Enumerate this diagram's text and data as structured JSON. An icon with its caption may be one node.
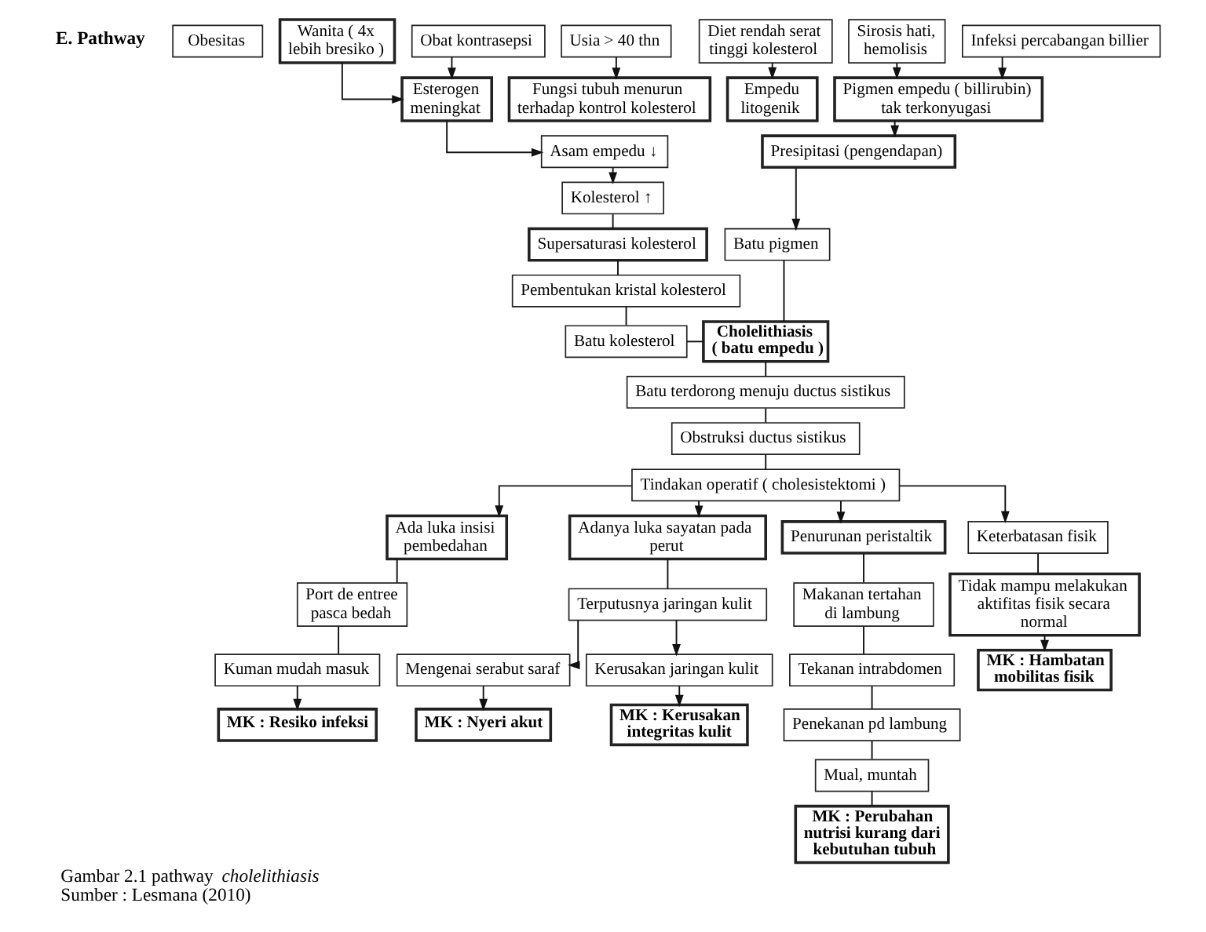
{
  "diagram": {
    "title": "E. Pathway",
    "caption": "Gambar 2.1 pathway *cholelithiasis* Sumber : Lesmana (2010)",
    "nodes": [
      {
        "text": [
          "Obesitas"
        ]
      },
      {
        "text": [
          "Wanita ( 4x lebih bresiko )"
        ]
      },
      {
        "text": [
          "Obat kontrasepsi"
        ]
      },
      {
        "text": [
          "Usia > 40 thn"
        ]
      },
      {
        "text": [
          "Diet rendah serat tinggi kolesterol"
        ]
      },
      {
        "text": [
          "Sirosis hati, hemolisis"
        ]
      },
      {
        "text": [
          "Infeksi percabangan billier"
        ]
      },
      {
        "text": [
          "Esterogen meningkat"
        ]
      },
      {
        "text": [
          "Fungsi tubuh menurun terhadap kontrol kolesterol"
        ]
      },
      {
        "text": [
          "Empedu litogenik"
        ]
      },
      {
        "text": [
          "Pigmen empedu ( billirubin) tak terkonyugasi"
        ]
      },
      {
        "text": [
          "Asam empedu ↓"
        ]
      },
      {
        "text": [
          "Kolesterol ↑"
        ]
      },
      {
        "text": [
          "Presipitasi (pengendapan)"
        ]
      },
      {
        "text": [
          "Supersaturasi kolesterol"
        ]
      },
      {
        "text": [
          "Batu pigmen"
        ]
      },
      {
        "text": [
          "Pembentukan kristal kolesterol"
        ]
      },
      {
        "text": [
          "Cholelithiasis",
          "( batu empedu )"
        ]
      },
      {
        "text": [
          "Batu kolesterol"
        ]
      },
      {
        "text": [
          "Batu terdorong menuju ductus sistikus"
        ]
      },
      {
        "text": [
          "Obstruksi ductus sistikus"
        ]
      },
      {
        "text": [
          "Tindakan operatif ( cholesistektomi )"
        ]
      },
      {
        "text": [
          "Ada luka insisi pembedahan"
        ]
      },
      {
        "text": [
          "Adanya luka sayatan pada perut"
        ]
      },
      {
        "text": [
          "Penurunan peristaltik"
        ]
      },
      {
        "text": [
          "Keterbatasan fisik"
        ]
      },
      {
        "text": [
          "Port de entree pasca bedah"
        ]
      },
      {
        "text": [
          "Terputusnya jaringan kulit"
        ]
      },
      {
        "text": [
          "Makanan tertahan di lambung"
        ]
      },
      {
        "text": [
          "Tidak mampu melakukan aktifitas fisik secara normal"
        ]
      },
      {
        "text": [
          "Kuman mudah masuk"
        ]
      },
      {
        "text": [
          "Tekanan intrabdomen"
        ]
      },
      {
        "text": [
          "Mengenai serabut saraf"
        ]
      },
      {
        "text": [
          "Kerusakan jaringan kulit"
        ]
      },
      {
        "text": [
          "Penekanan pd lambung"
        ]
      },
      {
        "text": [
          "MK : Hambatan mobilitas fisik"
        ]
      },
      {
        "text": [
          "MK : Resiko infeksi"
        ]
      },
      {
        "text": [
          "Mual, muntah"
        ]
      },
      {
        "text": [
          "MK : Nyeri akut"
        ]
      },
      {
        "text": [
          "MK : Kerusakan integritas kulit"
        ]
      },
      {
        "text": [
          "MK : Perubahan nutrisi kurang dari kebutuhan tubuh"
        ]
      }
    ],
    "edges": [
      {
        "from": 1,
        "to": 7,
        "arrow": "to"
      },
      {
        "from": 2,
        "to": 7,
        "arrow": "to"
      },
      {
        "from": 7,
        "to": 11,
        "arrow": "to"
      },
      {
        "from": 11,
        "to": 12,
        "arrow": "to"
      },
      {
        "from": 12,
        "to": 14,
        "arrow": "none"
      },
      {
        "from": 14,
        "to": 16,
        "arrow": "none"
      },
      {
        "from": 16,
        "to": 18,
        "arrow": "none"
      },
      {
        "from": 18,
        "to": 17,
        "arrow": "none"
      },
      {
        "from": 3,
        "to": 8,
        "arrow": "to"
      },
      {
        "from": 4,
        "to": 9,
        "arrow": "to"
      },
      {
        "from": 5,
        "to": 10,
        "arrow": "to"
      },
      {
        "from": 6,
        "to": 10,
        "arrow": "to"
      },
      {
        "from": 10,
        "to": 13,
        "arrow": "to"
      },
      {
        "from": 13,
        "to": 15,
        "arrow": "to"
      },
      {
        "from": 15,
        "to": 17,
        "arrow": "none"
      },
      {
        "from": 17,
        "to": 19,
        "arrow": "none"
      },
      {
        "from": 19,
        "to": 20,
        "arrow": "none"
      },
      {
        "from": 20,
        "to": 21,
        "arrow": "none"
      },
      {
        "from": 21,
        "to": 22,
        "arrow": "to"
      },
      {
        "from": 21,
        "to": 23,
        "arrow": "to"
      },
      {
        "from": 21,
        "to": 24,
        "arrow": "to"
      },
      {
        "from": 21,
        "to": 25,
        "arrow": "to"
      },
      {
        "from": 22,
        "to": 26,
        "arrow": "none"
      },
      {
        "from": 26,
        "to": 30,
        "arrow": "none"
      },
      {
        "from": 30,
        "to": 36,
        "arrow": "to"
      },
      {
        "from": 23,
        "to": 27,
        "arrow": "none"
      },
      {
        "from": 27,
        "to": 32,
        "arrow": "to"
      },
      {
        "from": 27,
        "to": 33,
        "arrow": "to"
      },
      {
        "from": 32,
        "to": 38,
        "arrow": "to"
      },
      {
        "from": 33,
        "to": 39,
        "arrow": "to"
      },
      {
        "from": 24,
        "to": 28,
        "arrow": "none"
      },
      {
        "from": 28,
        "to": 31,
        "arrow": "none"
      },
      {
        "from": 31,
        "to": 34,
        "arrow": "none"
      },
      {
        "from": 34,
        "to": 37,
        "arrow": "none"
      },
      {
        "from": 37,
        "to": 40,
        "arrow": "none"
      },
      {
        "from": 25,
        "to": 29,
        "arrow": "none"
      },
      {
        "from": 29,
        "to": 35,
        "arrow": "to"
      }
    ]
  }
}
